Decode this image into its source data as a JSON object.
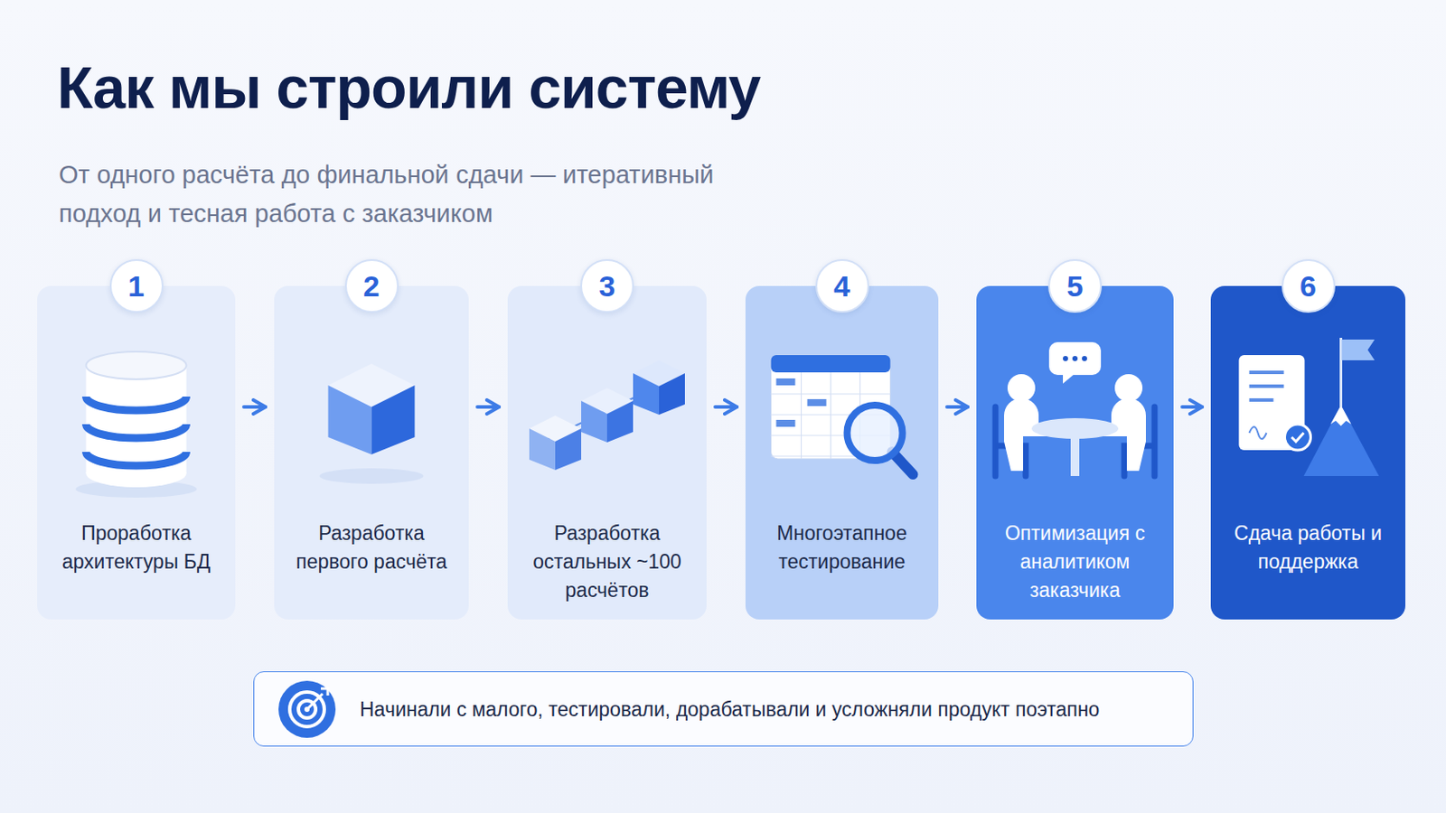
{
  "diagram": {
    "title": "Как мы строили систему",
    "caption": "От одного расчёта до финальной сдачи — итеративный подход и тесная работа с заказчиком",
    "nodes": [
      {
        "text": [
          "1",
          "Проработка архитектуры БД"
        ]
      },
      {
        "text": [
          "2",
          "Разработка первого расчёта"
        ]
      },
      {
        "text": [
          "3",
          "Разработка остальных ~100 расчётов"
        ]
      },
      {
        "text": [
          "4",
          "Многоэтапное тестирование"
        ]
      },
      {
        "text": [
          "5",
          "Оптимизация с аналитиком заказчика"
        ]
      },
      {
        "text": [
          "6",
          "Сдача работы и поддержка"
        ]
      },
      {
        "text": [
          "Начинали с малого, тестировали, дорабатывали и усложняли продукт поэтапно"
        ]
      }
    ],
    "edges": [
      {
        "from": 0,
        "to": 1,
        "arrow": "to"
      },
      {
        "from": 1,
        "to": 2,
        "arrow": "to"
      },
      {
        "from": 2,
        "to": 3,
        "arrow": "to"
      },
      {
        "from": 3,
        "to": 4,
        "arrow": "to"
      },
      {
        "from": 4,
        "to": 5,
        "arrow": "to"
      }
    ]
  }
}
